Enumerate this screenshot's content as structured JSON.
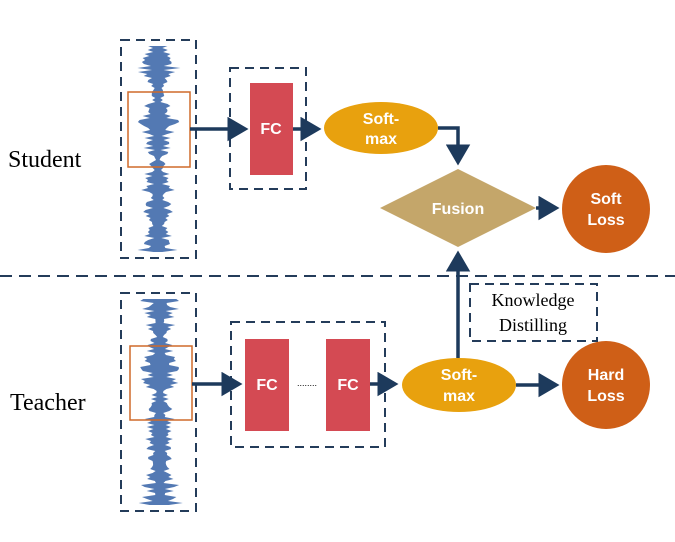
{
  "labels": {
    "student": "Student",
    "teacher": "Teacher"
  },
  "nodes": {
    "student_fc": "FC",
    "student_softmax": [
      "Soft-",
      "max"
    ],
    "fusion": "Fusion",
    "soft_loss": [
      "Soft",
      "Loss"
    ],
    "teacher_fc1": "FC",
    "teacher_fc_dots": "........",
    "teacher_fc2": "FC",
    "teacher_softmax": [
      "Soft-",
      "max"
    ],
    "hard_loss": [
      "Hard",
      "Loss"
    ],
    "knowledge_distilling": [
      "Knowledge",
      "Distilling"
    ]
  },
  "colors": {
    "fc": "#d44a53",
    "softmax": "#e8a10e",
    "fusion": "#c4a66a",
    "loss": "#cf5f17",
    "arrow": "#1d3a5c",
    "dashed_border": "#243c5a",
    "waveform": "#5379b3",
    "highlight_box": "#cf6a2a"
  }
}
